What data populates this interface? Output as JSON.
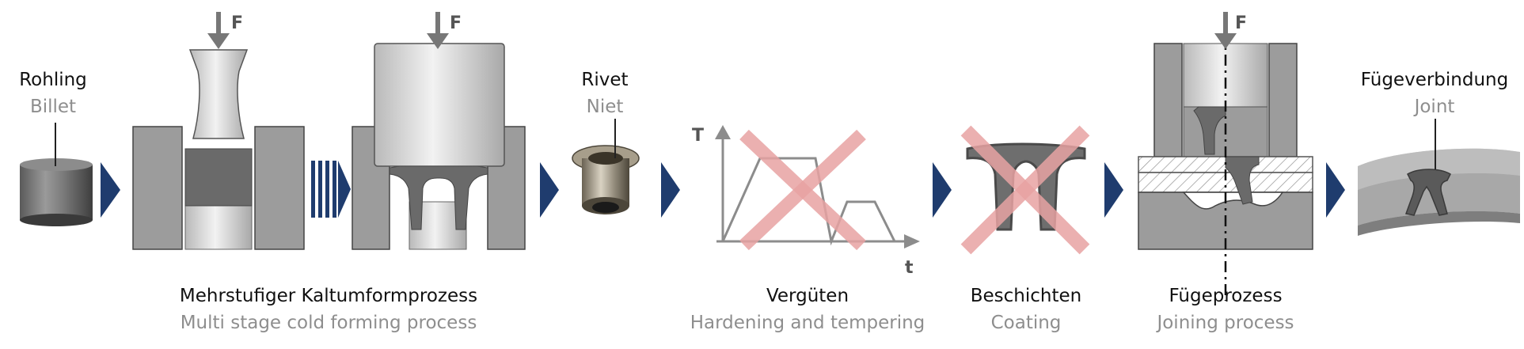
{
  "stages": [
    {
      "id": "rohling",
      "de": "Rohling",
      "en": "Billet"
    },
    {
      "id": "rivet",
      "de": "Rivet",
      "en": "Niet"
    },
    {
      "id": "fuegeverbindung",
      "de": "Fügeverbindung",
      "en": "Joint"
    }
  ],
  "processes": [
    {
      "id": "kaltumform",
      "de": "Mehrstufiger Kaltumformprozess",
      "en": "Multi stage cold forming process"
    },
    {
      "id": "verguten",
      "de": "Vergüten",
      "en": "Hardening and tempering"
    },
    {
      "id": "beschichten",
      "de": "Beschichten",
      "en": "Coating"
    },
    {
      "id": "fuegeprozess",
      "de": "Fügeprozess",
      "en": "Joining process"
    }
  ],
  "force_label": "F",
  "graph": {
    "y_label": "T",
    "x_label": "t"
  },
  "colors": {
    "arrow": "#1f3c6e",
    "cross": "#e8a3a3",
    "metal": "#9c9c9c",
    "dark_metal": "#6e6e6e"
  }
}
